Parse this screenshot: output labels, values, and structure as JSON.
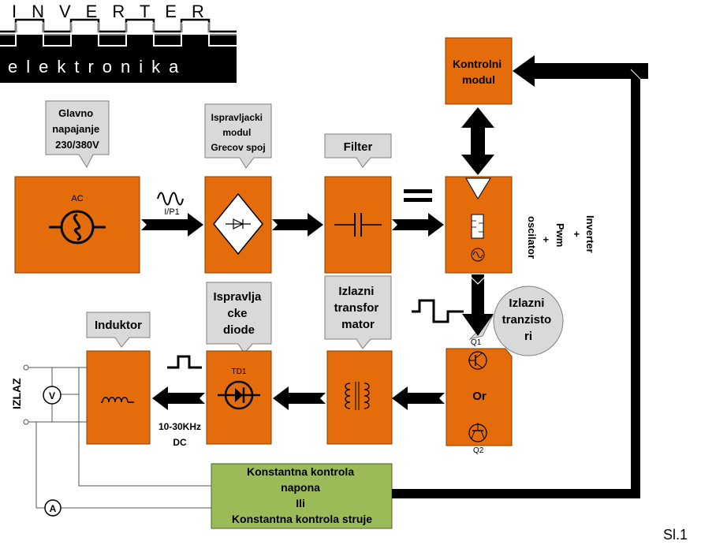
{
  "logo": {
    "top_word": "INVERTER",
    "bottom_word": "elektronika"
  },
  "blocks": {
    "ac_source": {
      "label": "AC"
    },
    "input_signal": {
      "label": "I/P1"
    },
    "main_supply": {
      "callout": [
        "Glavno",
        "napajanje",
        "230/380V"
      ]
    },
    "rectifier_module": {
      "callout": [
        "Ispravljacki",
        "modul",
        "Grecov spoj"
      ]
    },
    "filter": {
      "callout": [
        "Filter"
      ]
    },
    "control_module": {
      "label": [
        "Kontrolni",
        "modul"
      ]
    },
    "inverter_side_text": [
      "Inverter",
      "+",
      "Pwm",
      "+",
      "oscilator"
    ],
    "output_transistors": {
      "callout": [
        "Izlazni",
        "tranzisto",
        "ri"
      ],
      "center": "Or",
      "q1": "Q1",
      "q2": "Q2"
    },
    "output_transformer": {
      "callout": [
        "Izlazni",
        "transfor",
        "mator"
      ]
    },
    "rectifier_diodes": {
      "callout": [
        "Ispravlja",
        "cke",
        "diode"
      ],
      "component": "TD1",
      "freq": [
        "10-30KHz",
        "DC"
      ]
    },
    "inductor": {
      "callout": [
        "Induktor"
      ]
    },
    "output": {
      "label": "IZLAZ",
      "voltmeter": "V",
      "ammeter": "A"
    },
    "constant_control": {
      "label": [
        "Konstantna kontrola",
        "napona",
        "Ili",
        "Konstantna kontrola struje"
      ]
    }
  },
  "figure_label": "Sl.1",
  "colors": {
    "orange": "#E46C0A",
    "callout_gray": "#D9D9D9",
    "green": "#9BBB59",
    "black": "#000000"
  }
}
